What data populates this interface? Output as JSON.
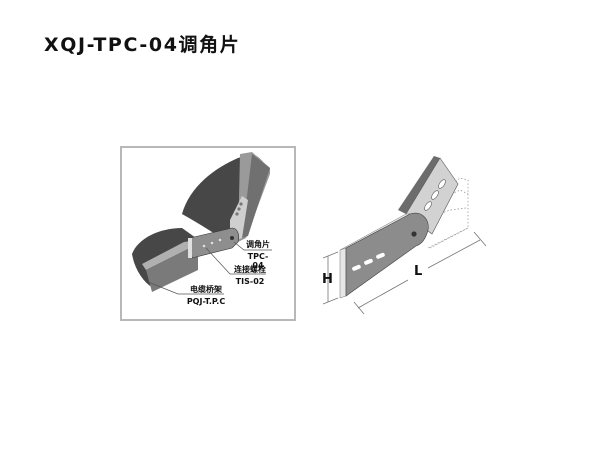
{
  "title": "XQJ-TPC-04调角片",
  "left_diagram": {
    "callouts": [
      {
        "name_cn": "调角片",
        "code": "TPC-04"
      },
      {
        "name_cn": "连接螺栓",
        "code": "TIS-02"
      },
      {
        "name_cn": "电缆桥架",
        "code": "PQJ-T.P.C"
      }
    ]
  },
  "right_diagram": {
    "dimensions": {
      "height_label": "H",
      "length_label": "L"
    }
  },
  "colors": {
    "tray_dark": "#4a4a4a",
    "plate_gray": "#8c8c8c",
    "plate_light": "#d4d4d4",
    "border": "#b8b8b8"
  }
}
